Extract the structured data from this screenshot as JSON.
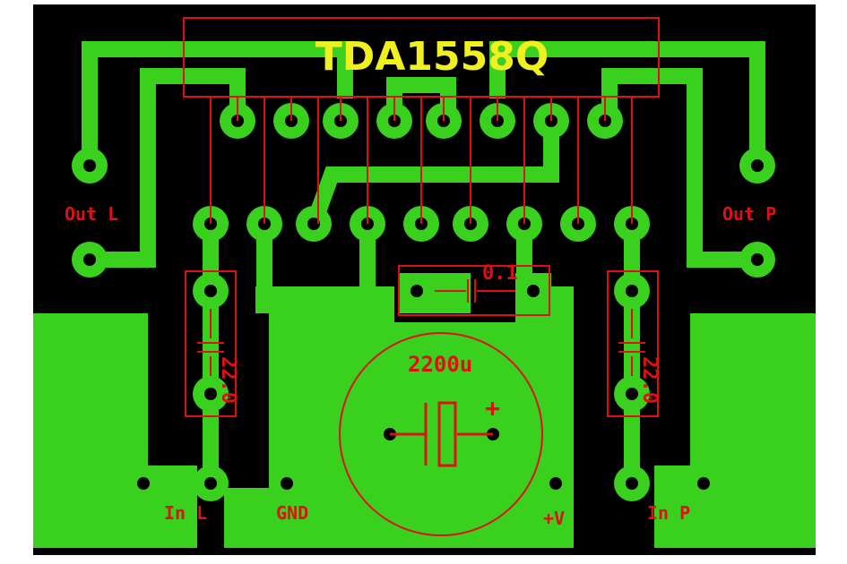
{
  "chip": {
    "name": "TDA1558Q"
  },
  "labels": {
    "out_left": "Out L",
    "out_right": "Out P",
    "in_left": "In L",
    "in_right": "In P",
    "ground": "GND",
    "supply": "+V"
  },
  "components": {
    "cap_small": "0.1",
    "cap_bulk": "2200u",
    "cap_bulk_polarity": "+",
    "cap_in_left": "22.0",
    "cap_in_right": "22.0"
  },
  "colors": {
    "board_black": "#000000",
    "copper_green": "#3ad11e",
    "silkscreen_red": "#e01010",
    "title_yellow": "#f0f020",
    "white": "#ffffff"
  }
}
